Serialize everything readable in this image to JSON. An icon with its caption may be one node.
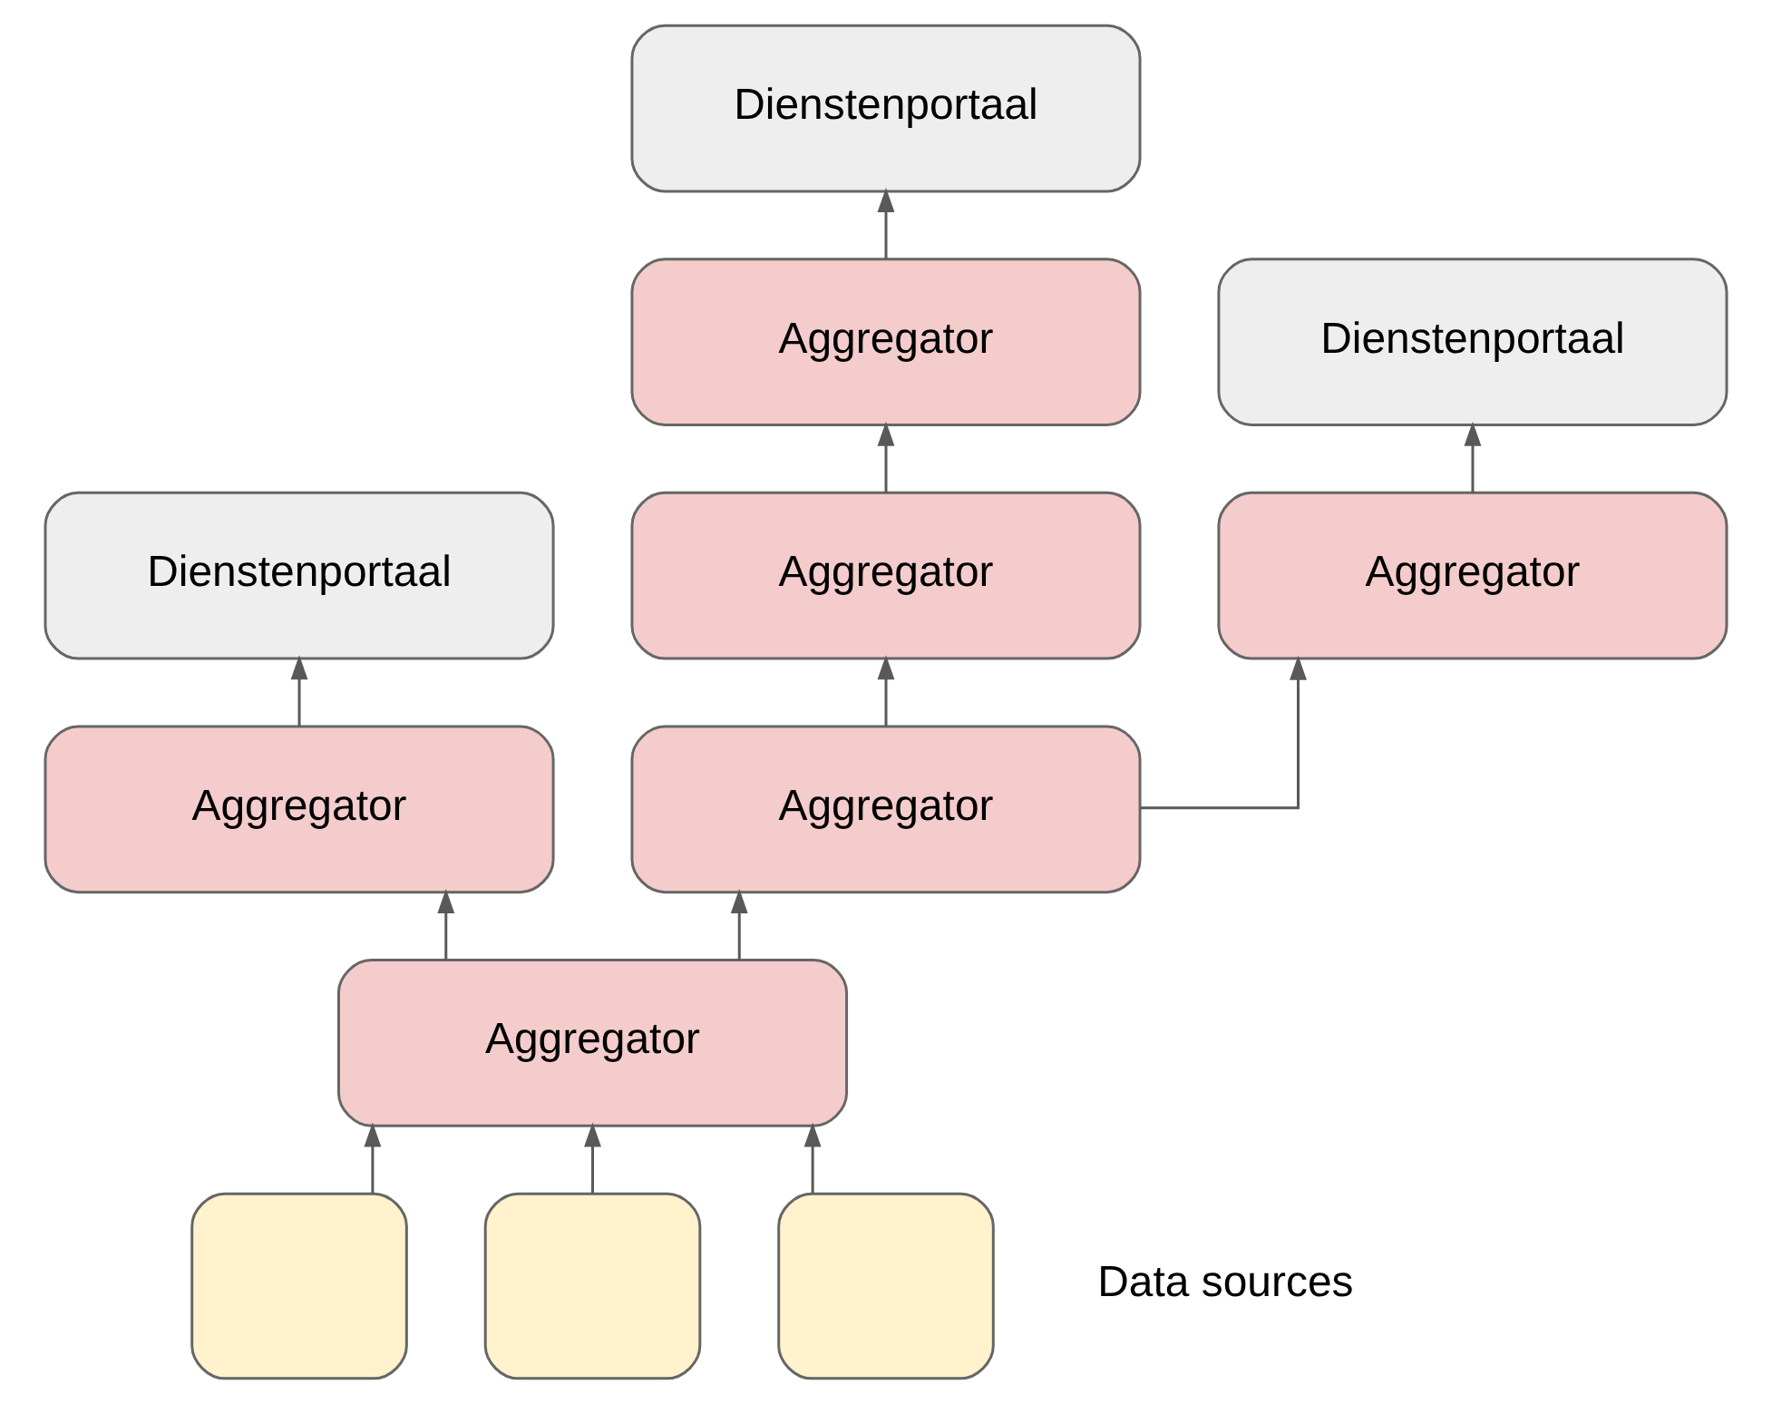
{
  "diagram": {
    "nodes": [
      {
        "text": [
          "Dienstenportaal"
        ]
      },
      {
        "text": [
          "Aggregator"
        ]
      },
      {
        "text": [
          "Dienstenportaal"
        ]
      },
      {
        "text": [
          "Dienstenportaal"
        ]
      },
      {
        "text": [
          "Aggregator"
        ]
      },
      {
        "text": [
          "Aggregator"
        ]
      },
      {
        "text": [
          "Aggregator"
        ]
      },
      {
        "text": [
          "Aggregator"
        ]
      },
      {
        "text": [
          "Aggregator"
        ]
      },
      {
        "text": [],
        "shape": "box"
      },
      {
        "text": [],
        "shape": "box"
      },
      {
        "text": [],
        "shape": "box"
      }
    ],
    "edges": [
      {
        "from": 1,
        "to": 0,
        "arrow": "to"
      },
      {
        "from": 5,
        "to": 2,
        "arrow": "to"
      },
      {
        "from": 6,
        "to": 3,
        "arrow": "to"
      },
      {
        "from": 4,
        "to": 1,
        "arrow": "to"
      },
      {
        "from": 7,
        "to": 4,
        "arrow": "to"
      },
      {
        "from": 7,
        "to": 5,
        "arrow": "to"
      },
      {
        "from": 8,
        "to": 6,
        "arrow": "to"
      },
      {
        "from": 8,
        "to": 7,
        "arrow": "to"
      },
      {
        "from": 9,
        "to": 8,
        "arrow": "to"
      },
      {
        "from": 10,
        "to": 8,
        "arrow": "to"
      },
      {
        "from": 11,
        "to": 8,
        "arrow": "to"
      }
    ],
    "labels": [
      "Data sources"
    ]
  }
}
